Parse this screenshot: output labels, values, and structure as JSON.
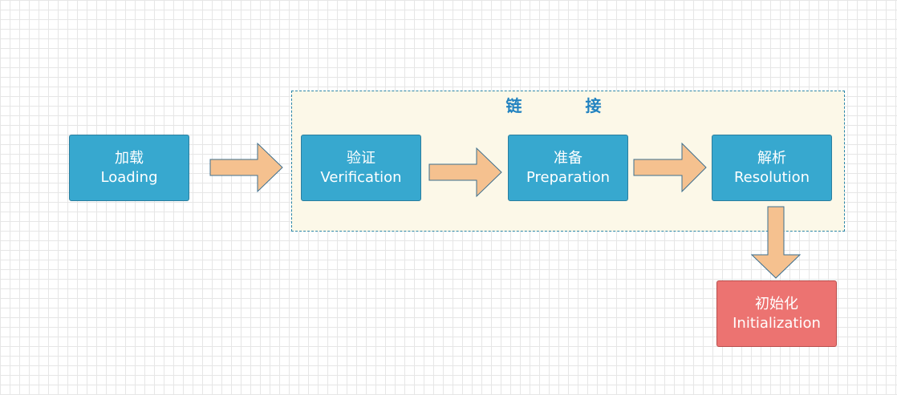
{
  "group": {
    "title": "链 接"
  },
  "steps": [
    {
      "zh": "加载",
      "en": "Loading"
    },
    {
      "zh": "验证",
      "en": "Verification"
    },
    {
      "zh": "准备",
      "en": "Preparation"
    },
    {
      "zh": "解析",
      "en": "Resolution"
    },
    {
      "zh": "初始化",
      "en": "Initialization"
    }
  ],
  "colors": {
    "box": "#37a8cf",
    "box_highlight": "#ec7371",
    "arrow": "#f5c18f",
    "group_fill": "#fcf8e8",
    "group_border": "#2b86a8",
    "title": "#2182c0"
  }
}
